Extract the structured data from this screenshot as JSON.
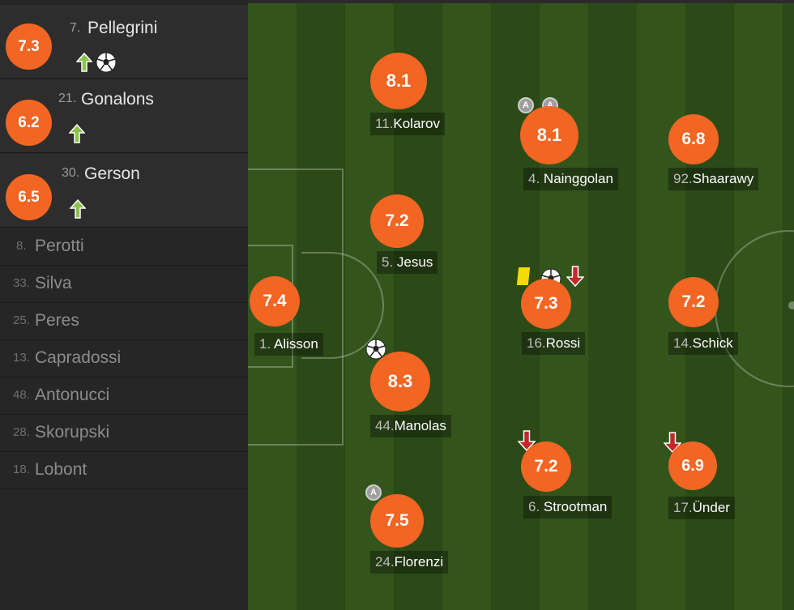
{
  "subs": [
    {
      "rating": "7.3",
      "number": "7.",
      "name": "Pellegrini",
      "icons": [
        "sub-in-arrow-icon",
        "goal-ball-icon"
      ]
    },
    {
      "rating": "6.2",
      "number": "21.",
      "name": "Gonalons",
      "icons": [
        "sub-in-arrow-icon"
      ]
    },
    {
      "rating": "6.5",
      "number": "30.",
      "name": "Gerson",
      "icons": [
        "sub-in-arrow-icon"
      ]
    }
  ],
  "bench": [
    {
      "number": "8.",
      "name": "Perotti"
    },
    {
      "number": "33.",
      "name": "Silva"
    },
    {
      "number": "25.",
      "name": "Peres"
    },
    {
      "number": "13.",
      "name": "Capradossi"
    },
    {
      "number": "48.",
      "name": "Antonucci"
    },
    {
      "number": "28.",
      "name": "Skorupski"
    },
    {
      "number": "18.",
      "name": "Lobont"
    }
  ],
  "players": {
    "alisson": {
      "rating": "7.4",
      "number": "1.",
      "name": "Alisson"
    },
    "kolarov": {
      "rating": "8.1",
      "number": "11.",
      "name": "Kolarov"
    },
    "jesus": {
      "rating": "7.2",
      "number": "5.",
      "name": "Jesus"
    },
    "manolas": {
      "rating": "8.3",
      "number": "44.",
      "name": "Manolas",
      "icons": [
        "goal-ball-icon"
      ]
    },
    "florenzi": {
      "rating": "7.5",
      "number": "24.",
      "name": "Florenzi",
      "icons": [
        "assist-badge-icon"
      ]
    },
    "nainggolan": {
      "rating": "8.1",
      "number": "4.",
      "name": "Nainggolan",
      "icons": [
        "assist-badge-icon",
        "assist-badge-icon"
      ]
    },
    "rossi": {
      "rating": "7.3",
      "number": "16.",
      "name": "Rossi",
      "icons": [
        "yellow-card-icon",
        "goal-ball-icon",
        "sub-out-arrow-icon"
      ]
    },
    "strootman": {
      "rating": "7.2",
      "number": "6.",
      "name": "Strootman",
      "icons": [
        "sub-out-arrow-icon"
      ]
    },
    "shaarawy": {
      "rating": "6.8",
      "number": "92.",
      "name": "Shaarawy"
    },
    "schick": {
      "rating": "7.2",
      "number": "14.",
      "name": "Schick"
    },
    "under": {
      "rating": "6.9",
      "number": "17.",
      "name": "Ünder",
      "icons": [
        "sub-out-arrow-icon"
      ]
    }
  },
  "badge_letter": "A",
  "colors": {
    "rating": "#f26522",
    "sub_in": "#8bc34a",
    "sub_out": "#c62828",
    "yellow_card": "#f5d90a",
    "pitch_light": "#33551c",
    "pitch_dark": "#2b4a17"
  }
}
